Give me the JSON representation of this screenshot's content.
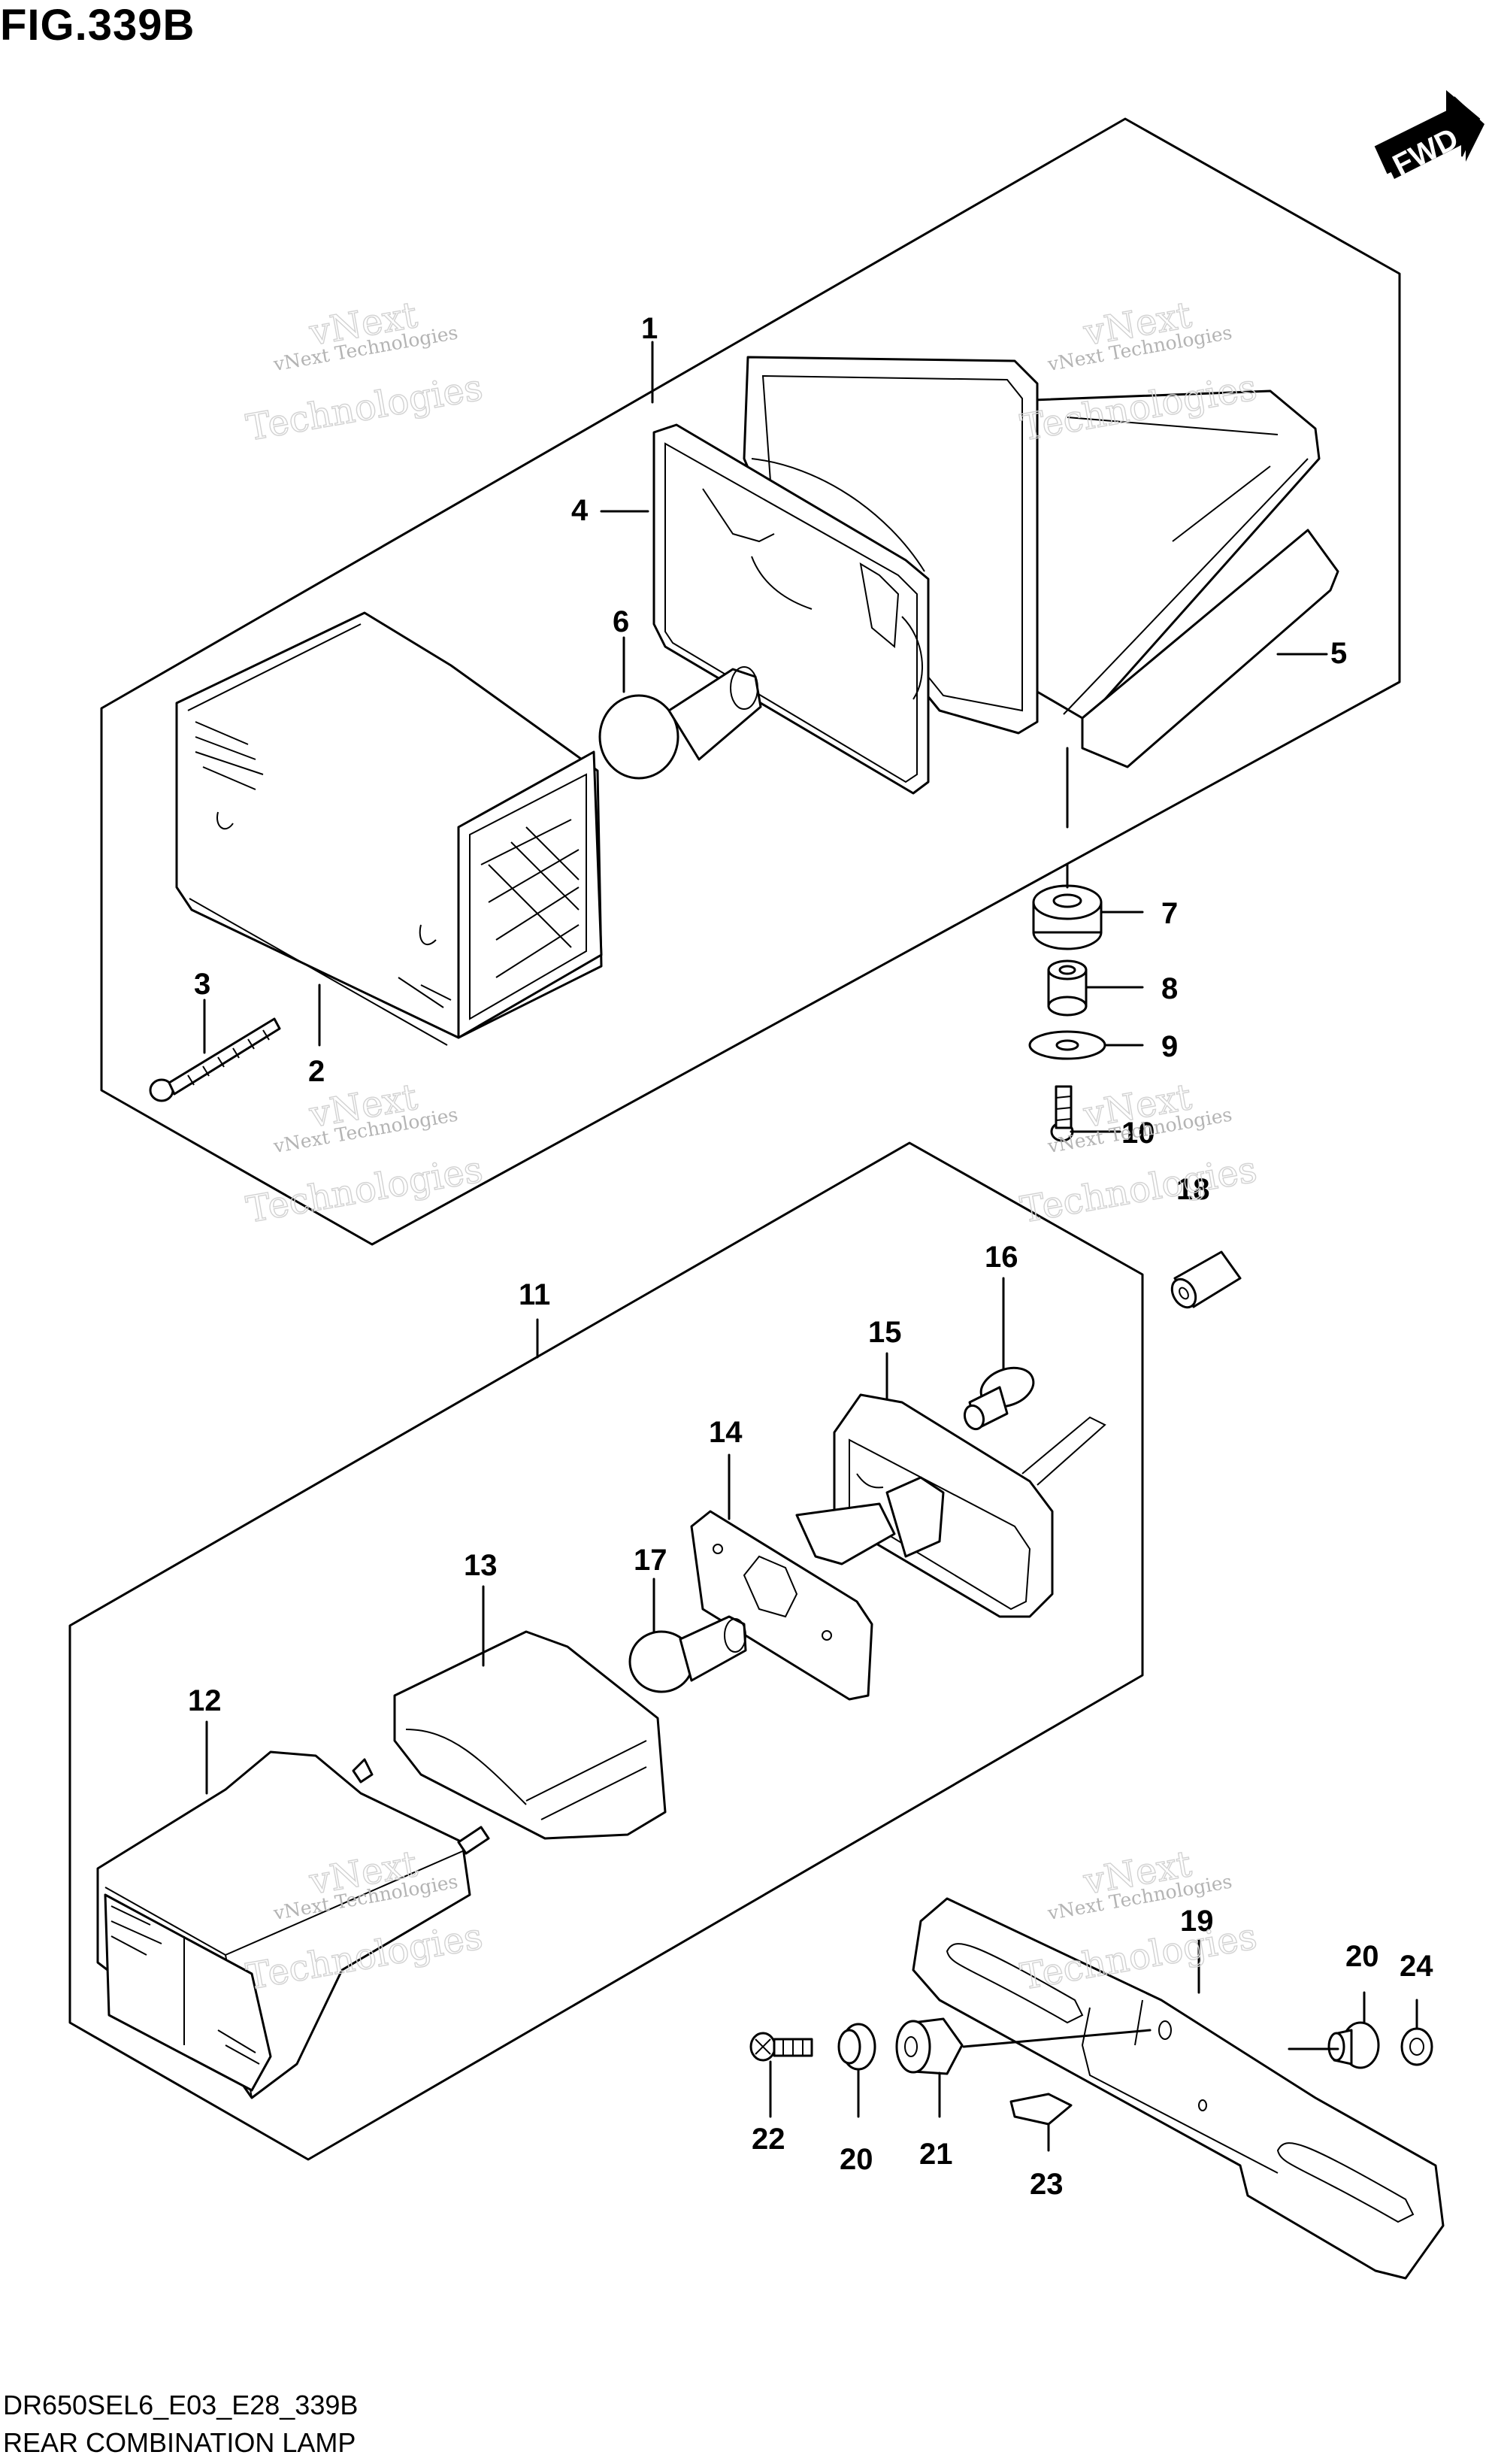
{
  "figure": {
    "title": "FIG.339B",
    "model_code": "DR650SEL6_E03_E28_339B",
    "part_name": "REAR COMBINATION LAMP",
    "direction_label": "FWD"
  },
  "watermark": {
    "line1": "vNext Technologies",
    "line2": "vNext",
    "line3": "Technologies"
  },
  "callouts": {
    "c1": "1",
    "c2": "2",
    "c3": "3",
    "c4": "4",
    "c5": "5",
    "c6": "6",
    "c7": "7",
    "c8": "8",
    "c9": "9",
    "c10": "10",
    "c11": "11",
    "c12": "12",
    "c13": "13",
    "c14": "14",
    "c15": "15",
    "c16": "16",
    "c17": "17",
    "c18": "18",
    "c19": "19",
    "c20a": "20",
    "c20b": "20",
    "c21": "21",
    "c22": "22",
    "c23": "23",
    "c24": "24"
  },
  "colors": {
    "line": "#000000",
    "background": "#ffffff",
    "watermark": "#b4b4b4"
  }
}
